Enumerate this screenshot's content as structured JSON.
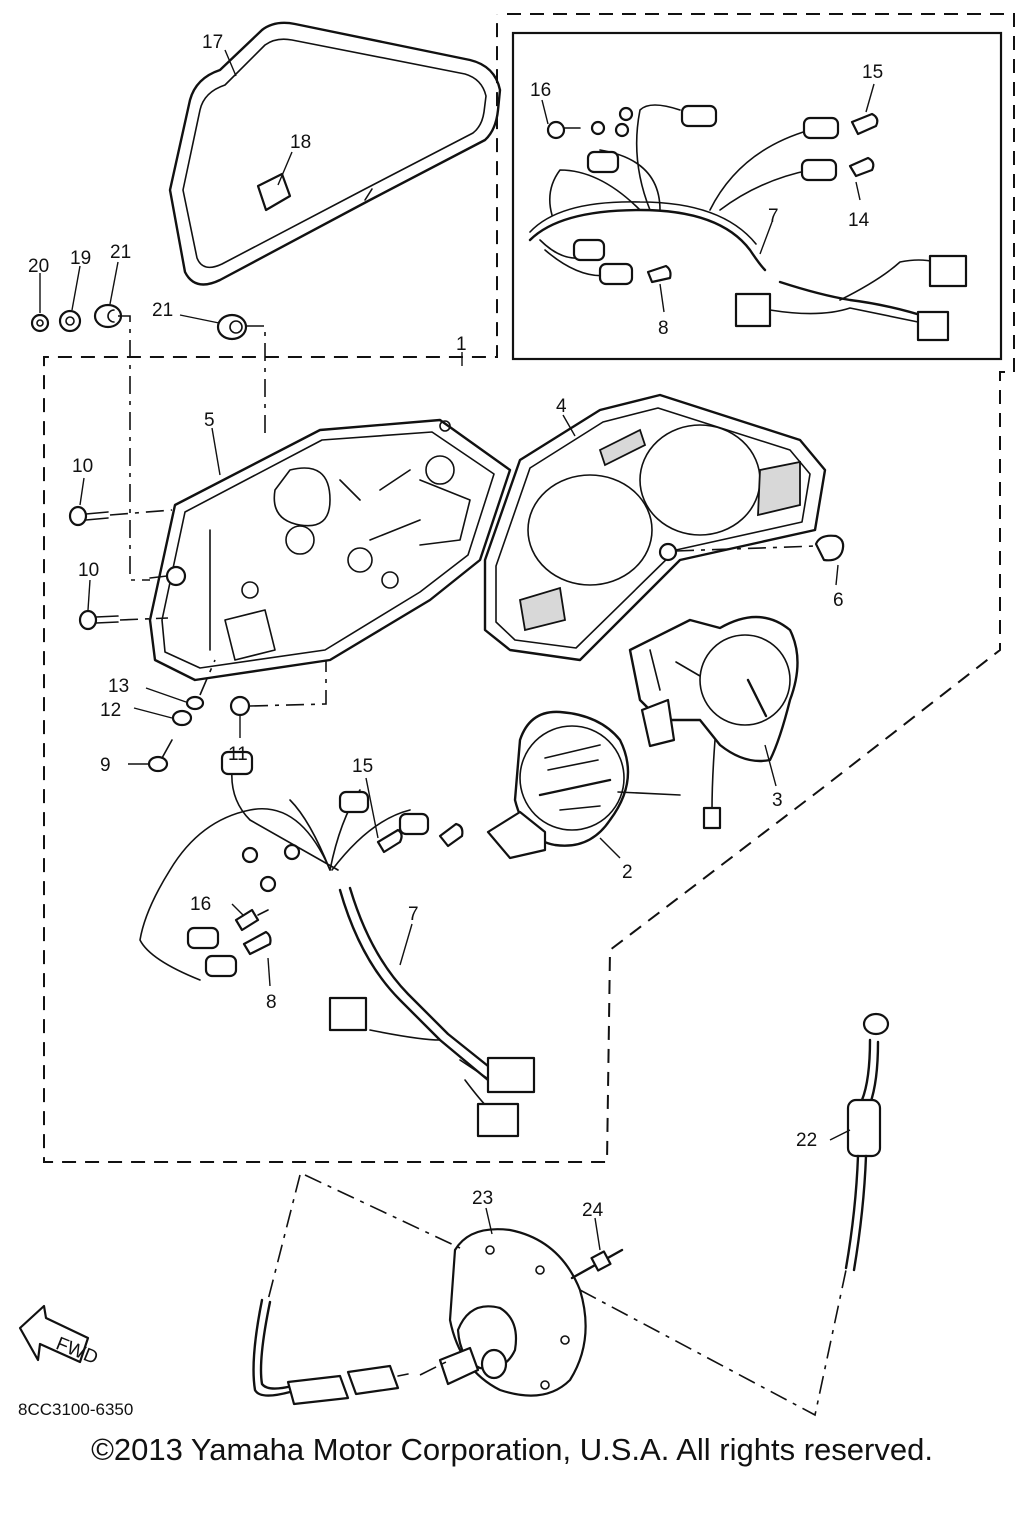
{
  "diagram": {
    "labels": {
      "p1": "1",
      "p2": "2",
      "p3": "3",
      "p4": "4",
      "p5": "5",
      "p6": "6",
      "p7a": "7",
      "p7b": "7",
      "p8a": "8",
      "p8b": "8",
      "p9": "9",
      "p10a": "10",
      "p10b": "10",
      "p11": "11",
      "p12": "12",
      "p13": "13",
      "p14": "14",
      "p15a": "15",
      "p15b": "15",
      "p16a": "16",
      "p16b": "16",
      "p17": "17",
      "p18": "18",
      "p19": "19",
      "p20": "20",
      "p21a": "21",
      "p21b": "21",
      "p22": "22",
      "p23": "23",
      "p24": "24"
    },
    "fwd_label": "FWD",
    "drawing_code": "8CC3100-6350"
  },
  "footer": {
    "copyright": "©2013 Yamaha Motor Corporation, U.S.A. All rights reserved."
  }
}
